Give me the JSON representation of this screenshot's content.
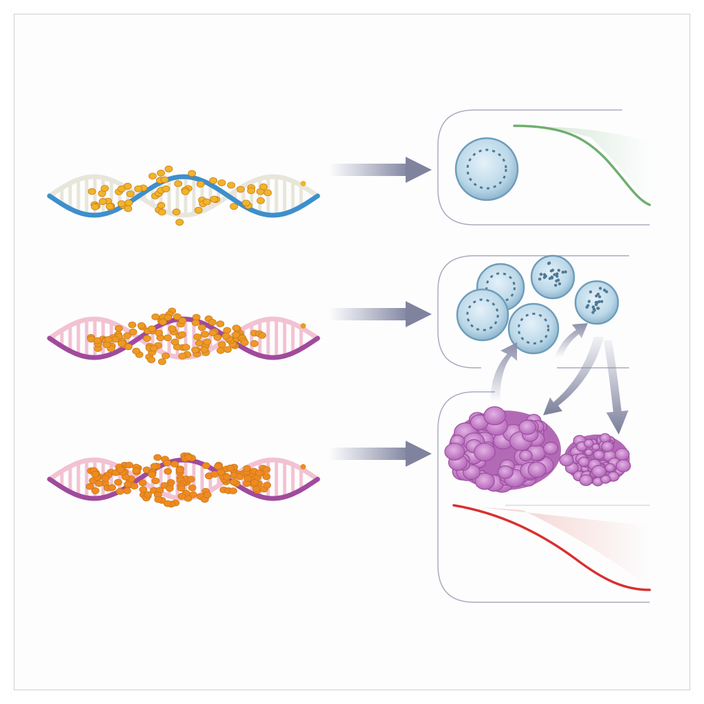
{
  "figure": {
    "rows": [
      {
        "id": "row-1",
        "helix": "dna-helix-low-methylation",
        "strand_color": "#3d8fcc",
        "rung_color": "#e8e6da",
        "dot_color": "#f0b42a",
        "dot_density": "sparse"
      },
      {
        "id": "row-2",
        "helix": "dna-helix-medium-methylation",
        "strand_color": "#a04a9c",
        "rung_color": "#f2c2d2",
        "dot_color": "#ee9a24",
        "dot_density": "medium"
      },
      {
        "id": "row-3",
        "helix": "dna-helix-high-methylation",
        "strand_color": "#a04a9c",
        "rung_color": "#f2c2d2",
        "dot_color": "#f08a20",
        "dot_density": "dense"
      }
    ],
    "panels": [
      {
        "id": "panel-normal-cell",
        "content": "single-normal-cell",
        "curve_color": "#6fae6f"
      },
      {
        "id": "panel-proliferating-cells",
        "content": "cell-cluster",
        "cell_color": "#bcd8e8"
      },
      {
        "id": "panel-tumor",
        "content": "tumor-masses",
        "mass_color": "#c27ac4",
        "curve_color": "#d83030"
      }
    ],
    "arrow_color": "#8a8ea8"
  }
}
